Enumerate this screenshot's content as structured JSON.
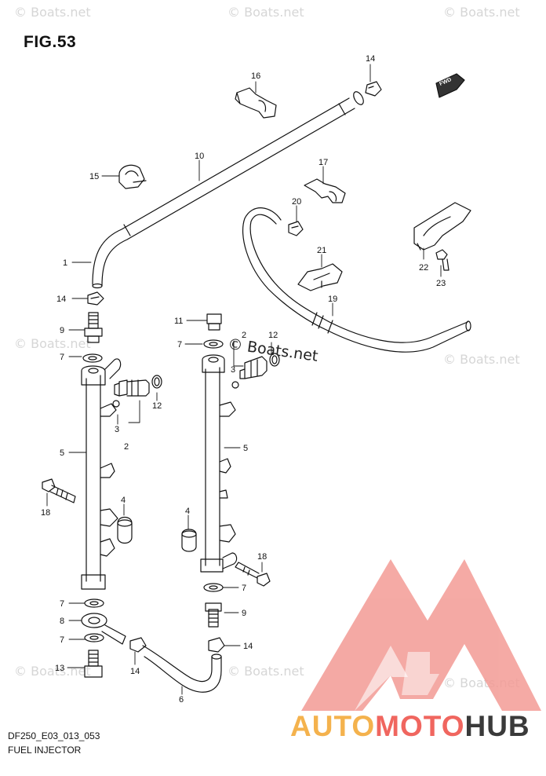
{
  "figure": {
    "title": "FIG.53",
    "model_code": "DF250_E03_013_053",
    "caption": "FUEL INJECTOR"
  },
  "watermark": {
    "text": "© Boats.net",
    "center_text": "© Boats.net"
  },
  "brand": {
    "part1": "AUTO",
    "part2": "MOTO",
    "part3": "HUB",
    "colors": {
      "auto": "#f4b24d",
      "moto": "#f0665f",
      "hub": "#3a3a3a",
      "logo": "#f38b87"
    }
  },
  "direction_badge": {
    "text": "FWD",
    "icon": "forward-arrow-icon"
  },
  "callouts": {
    "c14a": "14",
    "c16": "16",
    "c15": "15",
    "c10": "10",
    "c17": "17",
    "c20": "20",
    "c1": "1",
    "c21": "21",
    "c22": "22",
    "c23": "23",
    "c19": "19",
    "c14b": "14",
    "c9a": "9",
    "c11": "11",
    "c2a": "2",
    "c12a": "12",
    "c7a": "7",
    "c7b": "7",
    "c3a": "3",
    "c12b": "12",
    "c3b": "3",
    "c2b": "2",
    "c5a": "5",
    "c5b": "5",
    "c4a": "4",
    "c18a": "18",
    "c4b": "4",
    "c18b": "18",
    "c7c": "7",
    "c7d": "7",
    "c8": "8",
    "c9b": "9",
    "c7e": "7",
    "c14c": "14",
    "c13": "13",
    "c14d": "14",
    "c6": "6"
  }
}
